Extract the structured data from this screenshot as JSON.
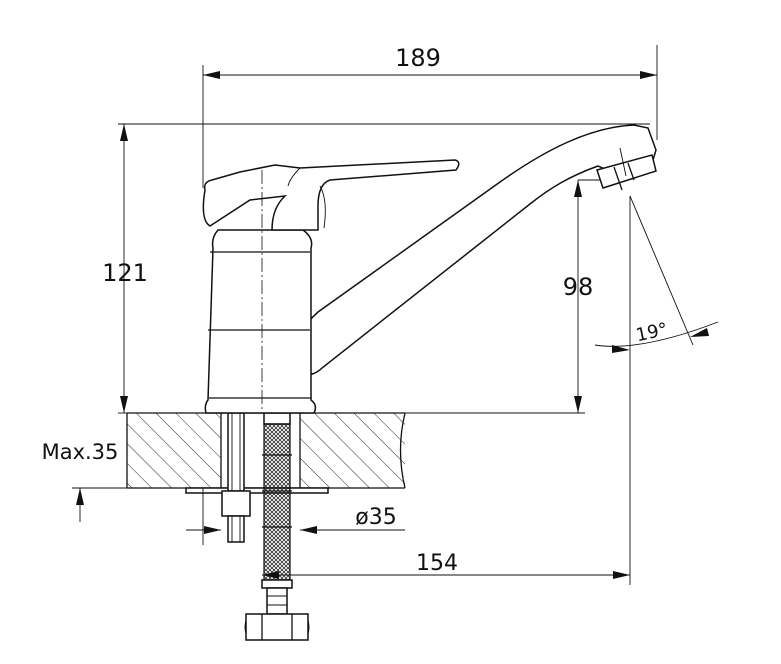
{
  "dimensions": {
    "overall_width": "189",
    "overall_height": "121",
    "spout_height": "98",
    "spout_reach": "154",
    "hole_diameter": "ø35",
    "max_counter_thickness": "Max.35",
    "spout_angle": "19°"
  }
}
